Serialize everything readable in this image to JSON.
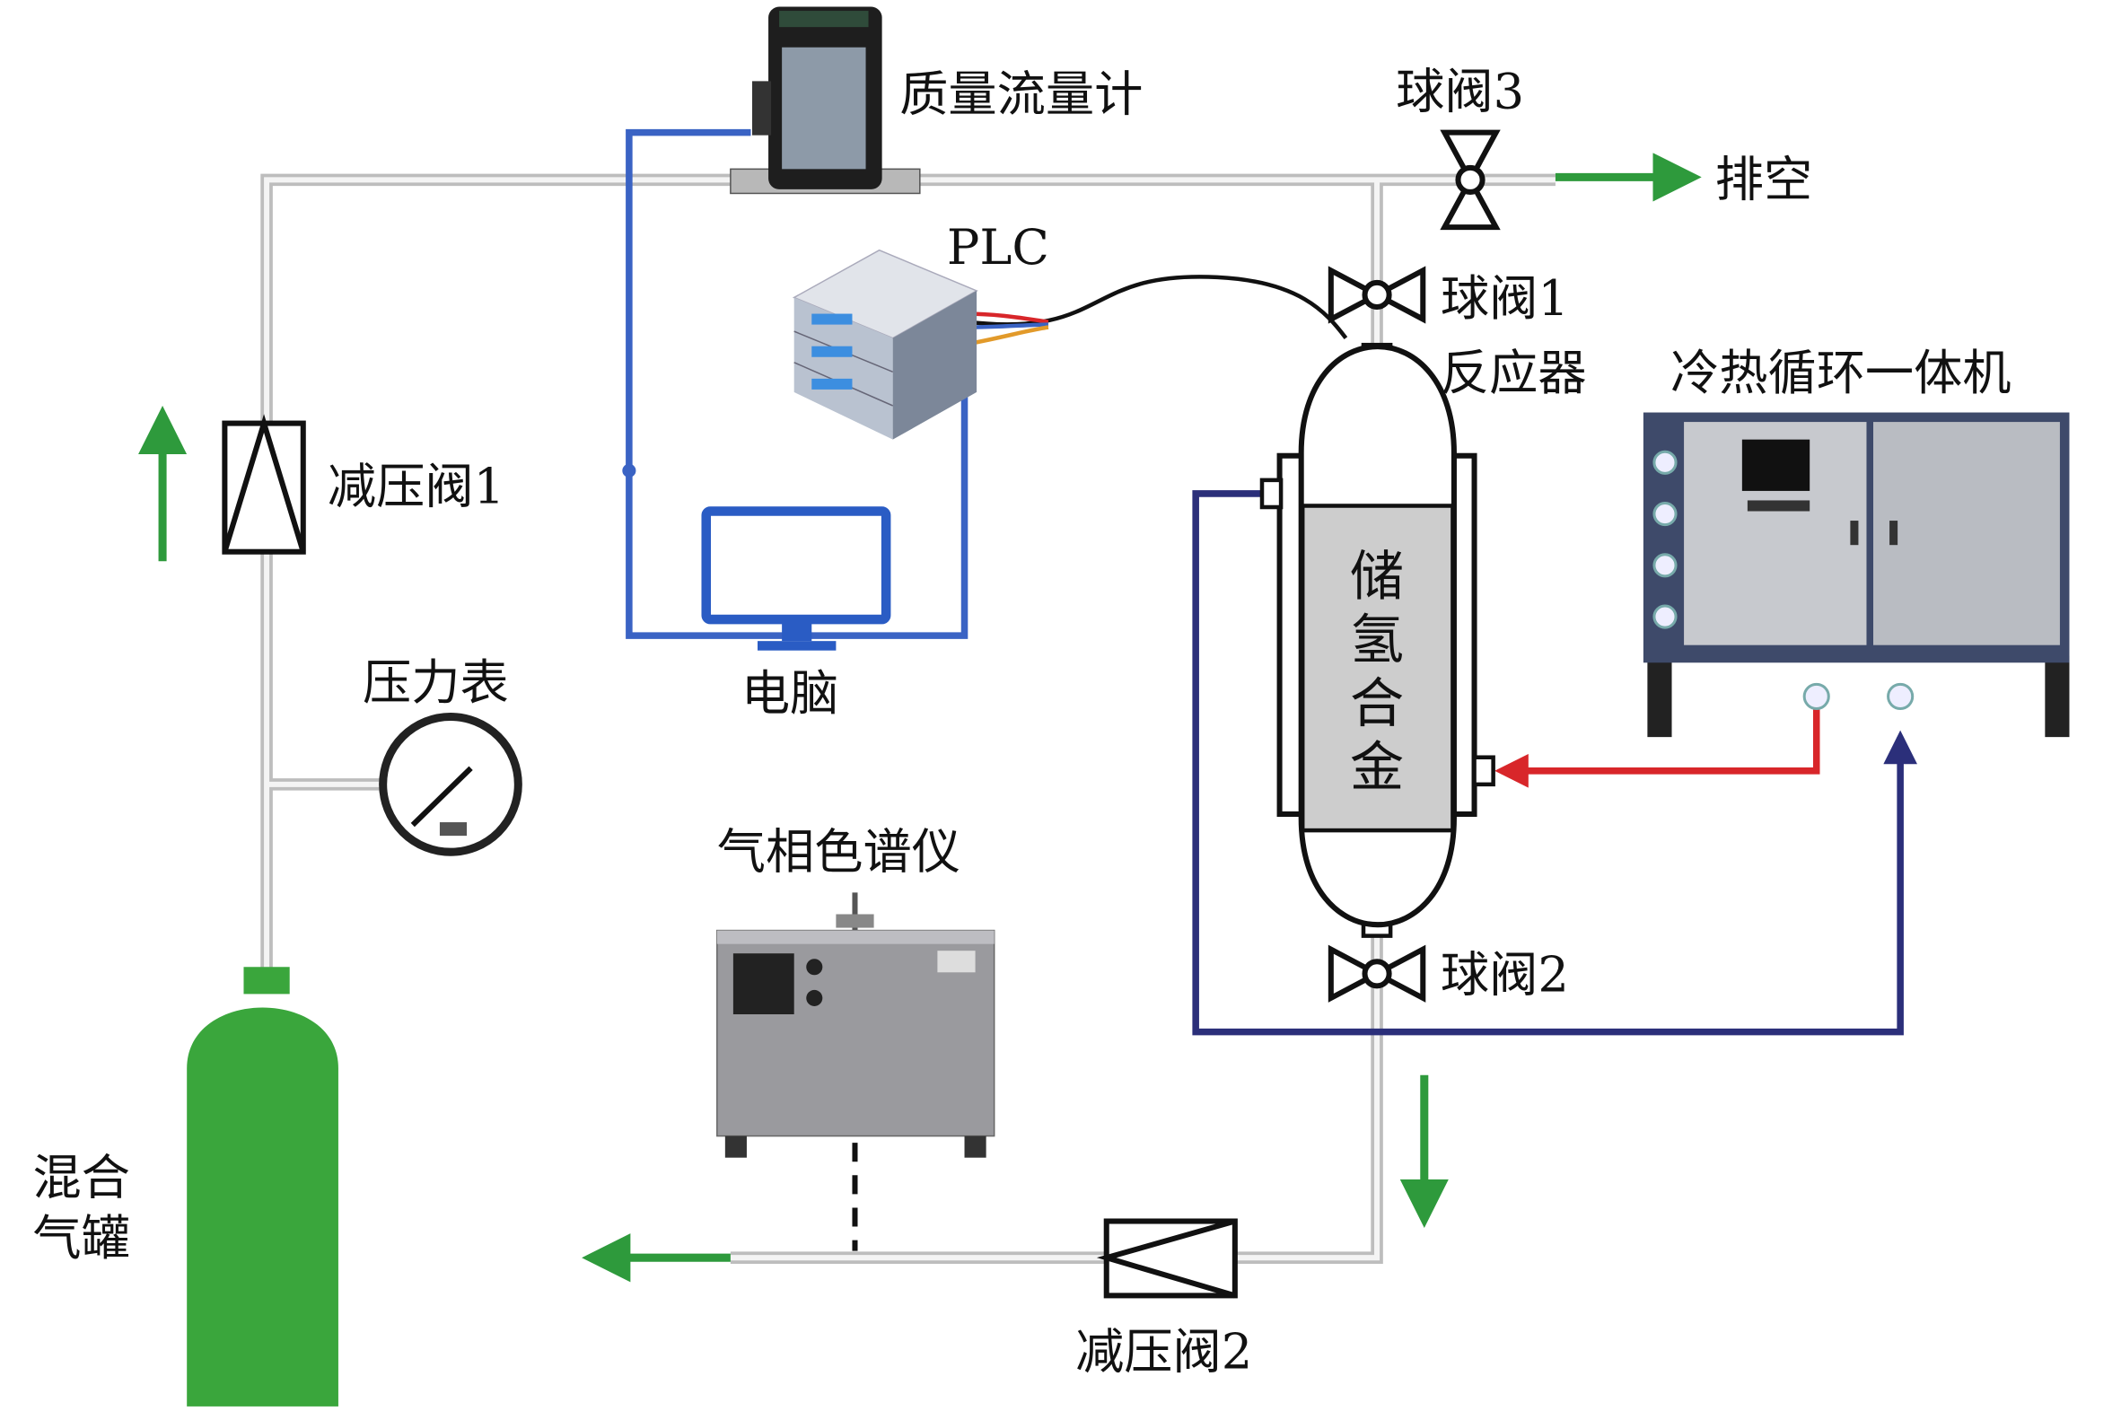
{
  "labels": {
    "flowmeter": "质量流量计",
    "valve3": "球阀3",
    "vent": "排空",
    "plc": "PLC",
    "valve1": "球阀1",
    "reactor": "反应器",
    "chiller": "冷热循环一体机",
    "reducer1": "减压阀1",
    "alloy": [
      "储",
      "氢",
      "合",
      "金"
    ],
    "gauge": "压力表",
    "computer": "电脑",
    "gc": "气相色谱仪",
    "valve2": "球阀2",
    "tank": [
      "混合",
      "气罐"
    ],
    "reducer2": "减压阀2"
  },
  "colors": {
    "gas_pipe": "#c8c8c8",
    "flow_arrow": "#2e9a3c",
    "signal_line": "#3a63c4",
    "cold_line": "#2b2f7a",
    "hot_line": "#d8262a",
    "tank": "#3aa63c"
  }
}
